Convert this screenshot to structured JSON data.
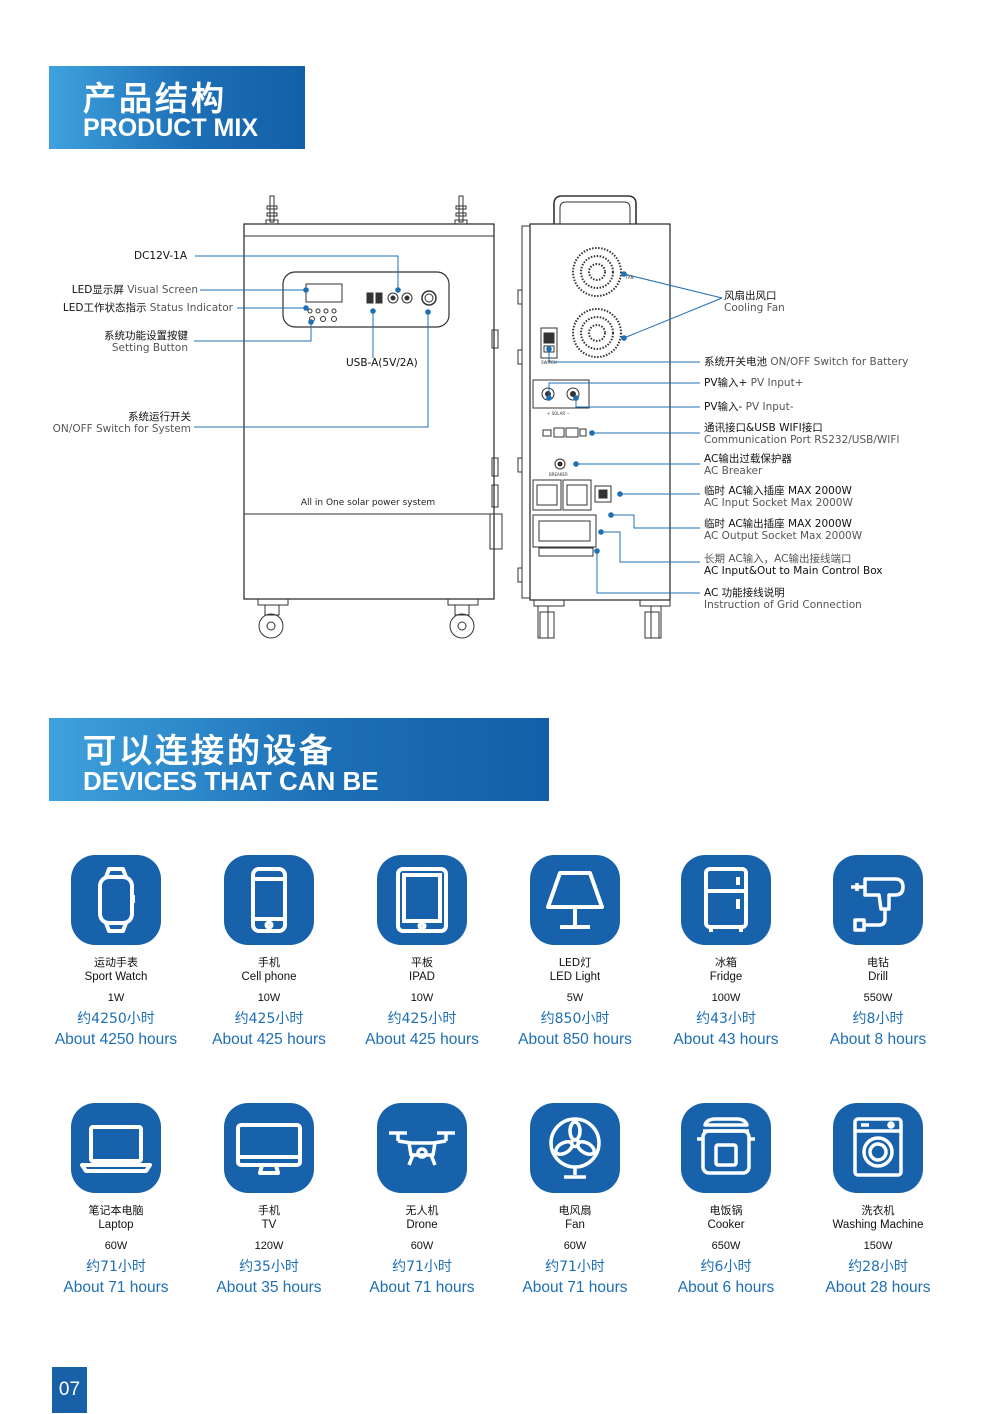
{
  "section1": {
    "title_zh": "产品结构",
    "title_en": "PRODUCT MIX"
  },
  "section2": {
    "title_zh": "可以连接的设备",
    "title_en": "DEVICES THAT CAN BE CONNECTED"
  },
  "front_panel": {
    "system_label": "All in One solar power system"
  },
  "rear_panel": {
    "fan_mark": "FAN",
    "switch_mark": "SWITCH",
    "solar_mark": "+ SOLAR −",
    "breaker_mark": "BREAKER"
  },
  "front_callouts": {
    "dc": "DC12V-1A",
    "led_screen_zh": "LED显示屏",
    "led_screen_en": "Visual Screen",
    "status_zh": "LED工作状态指示",
    "status_en": "Status Indicator",
    "setting_zh": "系统功能设置按键",
    "setting_en": "Setting Button",
    "usb": "USB-A(5V/2A)",
    "onoff_zh": "系统运行开关",
    "onoff_en": "ON/OFF Switch for System"
  },
  "rear_callouts": {
    "fan_zh": "风扇出风口",
    "fan_en": "Cooling Fan",
    "switch_zh": "系统开关电池",
    "switch_en": "ON/OFF Switch for Battery",
    "pv_plus_zh": "PV输入+",
    "pv_plus_en": "PV Input+",
    "pv_minus_zh": "PV输入-",
    "pv_minus_en": "PV Input-",
    "comm_zh": "通讯接口&USB WIFI接口",
    "comm_en": "Communication Port RS232/USB/WIFI",
    "breaker_zh": "AC输出过载保护器",
    "breaker_en": "AC Breaker",
    "in_socket_zh": "临时 AC输入插座 MAX 2000W",
    "in_socket_en": "AC Input Socket Max 2000W",
    "out_socket_zh": "临时 AC输出插座 MAX 2000W",
    "out_socket_en": "AC Output Socket Max 2000W",
    "longterm_zh": "长期 AC输入，AC输出接线端口",
    "longterm_en": "AC Input&Out to Main Control Box",
    "grid_zh": "AC 功能接线说明",
    "grid_en": "Instruction of Grid Connection"
  },
  "devices": [
    {
      "icon": "watch-icon",
      "name_zh": "运动手表",
      "name_en": "Sport Watch",
      "power": "1W",
      "hours_zh": "约4250小时",
      "hours_en": "About 4250 hours"
    },
    {
      "icon": "phone-icon",
      "name_zh": "手机",
      "name_en": "Cell phone",
      "power": "10W",
      "hours_zh": "约425小时",
      "hours_en": "About 425 hours"
    },
    {
      "icon": "tablet-icon",
      "name_zh": "平板",
      "name_en": "IPAD",
      "power": "10W",
      "hours_zh": "约425小时",
      "hours_en": "About 425 hours"
    },
    {
      "icon": "lamp-icon",
      "name_zh": "LED灯",
      "name_en": "LED Light",
      "power": "5W",
      "hours_zh": "约850小时",
      "hours_en": "About 850 hours"
    },
    {
      "icon": "fridge-icon",
      "name_zh": "冰箱",
      "name_en": "Fridge",
      "power": "100W",
      "hours_zh": "约43小时",
      "hours_en": "About 43 hours"
    },
    {
      "icon": "drill-icon",
      "name_zh": "电钻",
      "name_en": "Drill",
      "power": "550W",
      "hours_zh": "约8小时",
      "hours_en": "About 8 hours"
    },
    {
      "icon": "laptop-icon",
      "name_zh": "笔记本电脑",
      "name_en": "Laptop",
      "power": "60W",
      "hours_zh": "约71小时",
      "hours_en": "About 71 hours"
    },
    {
      "icon": "tv-icon",
      "name_zh": "手机",
      "name_en": "TV",
      "power": "120W",
      "hours_zh": "约35小时",
      "hours_en": "About 35 hours"
    },
    {
      "icon": "drone-icon",
      "name_zh": "无人机",
      "name_en": "Drone",
      "power": "60W",
      "hours_zh": "约71小时",
      "hours_en": "About 71 hours"
    },
    {
      "icon": "fan-icon",
      "name_zh": "电风扇",
      "name_en": "Fan",
      "power": "60W",
      "hours_zh": "约71小时",
      "hours_en": "About 71 hours"
    },
    {
      "icon": "cooker-icon",
      "name_zh": "电饭锅",
      "name_en": "Cooker",
      "power": "650W",
      "hours_zh": "约6小时",
      "hours_en": "About 6 hours"
    },
    {
      "icon": "washer-icon",
      "name_zh": "洗衣机",
      "name_en": "Washing Machine",
      "power": "150W",
      "hours_zh": "约28小时",
      "hours_en": "About 28 hours"
    }
  ],
  "page_number": "07"
}
